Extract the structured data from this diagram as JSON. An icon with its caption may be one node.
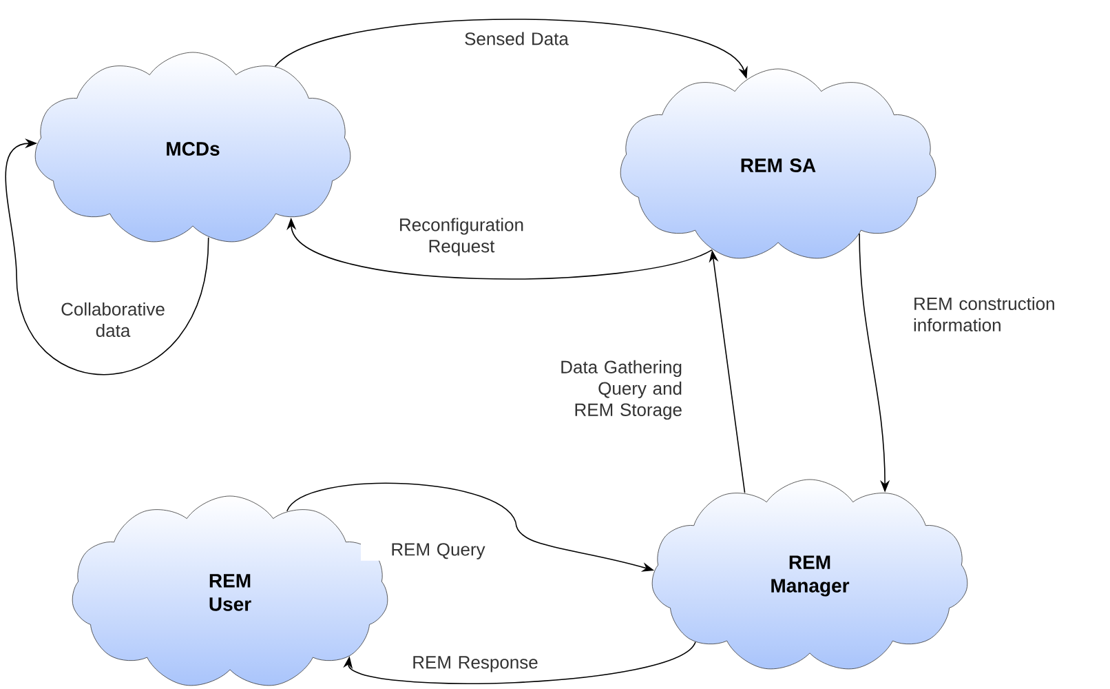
{
  "diagram": {
    "nodes": [
      {
        "text": [
          "MCDs"
        ]
      },
      {
        "text": [
          "REM SA"
        ]
      },
      {
        "text": [
          "REM User"
        ]
      },
      {
        "text": [
          "REM Manager"
        ]
      }
    ],
    "edges": [
      {
        "from": 0,
        "to": 1,
        "arrow": "to",
        "label": "Sensed Data"
      },
      {
        "from": 1,
        "to": 0,
        "arrow": "to",
        "label": "Reconfiguration Request"
      },
      {
        "from": 0,
        "to": 0,
        "arrow": "to",
        "label": "Collaborative data"
      },
      {
        "from": 3,
        "to": 1,
        "arrow": "to",
        "label": "Data Gathering Query and REM Storage"
      },
      {
        "from": 1,
        "to": 3,
        "arrow": "to",
        "label": "REM construction information"
      },
      {
        "from": 2,
        "to": 3,
        "arrow": "to",
        "label": "REM Query"
      },
      {
        "from": 3,
        "to": 2,
        "arrow": "to",
        "label": "REM Response"
      }
    ]
  }
}
